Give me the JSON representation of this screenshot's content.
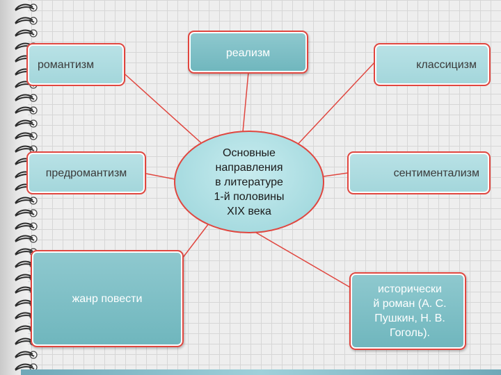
{
  "diagram": {
    "center": {
      "lines": [
        "Основные",
        "направления",
        "в литературе",
        "1-й половины",
        "XIX века"
      ]
    },
    "nodes": {
      "romanticism": "романтизм",
      "realism": "реализм",
      "classicism": "классицизм",
      "preromanticism": "предромантизм",
      "sentimentalism": "сентиментализм",
      "novella": "жанр повести",
      "historical_novel": [
        "исторически",
        "й роман (А. С.",
        "Пушкин, Н. В.",
        "Гоголь)."
      ]
    }
  },
  "colors": {
    "connector": "#e0463f",
    "node_fill": "#a9d9de",
    "node_fill_dark": "#7cbcc3",
    "grid_background": "#eeeeee"
  }
}
